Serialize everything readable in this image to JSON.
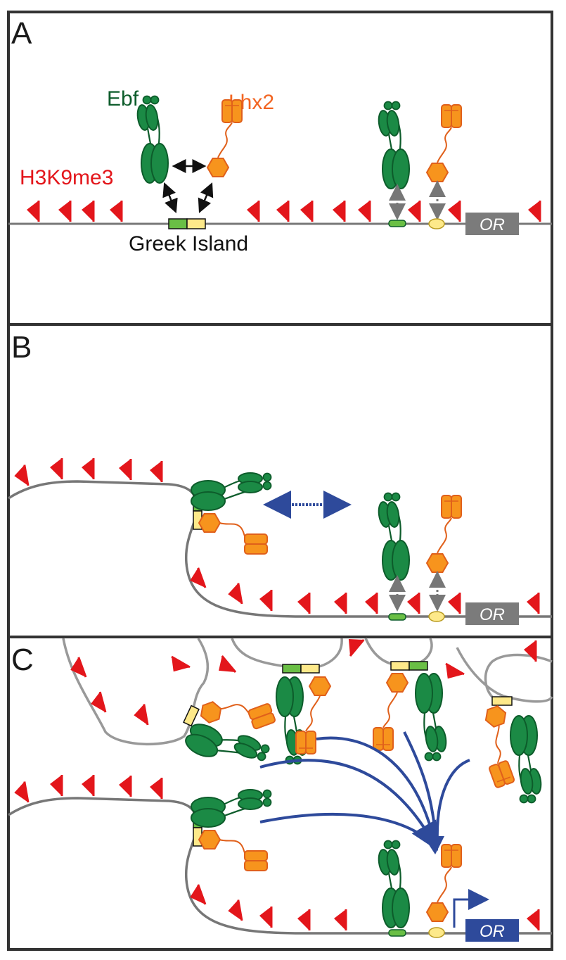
{
  "panels": [
    {
      "letter": "A"
    },
    {
      "letter": "B"
    },
    {
      "letter": "C"
    }
  ],
  "labels": {
    "ebf": "Ebf",
    "lhx2": "Lhx2",
    "h3k9me3": "H3K9me3",
    "greek_island": "Greek Island",
    "or_gene": "OR"
  },
  "colors": {
    "ebf_green": "#1b8a45",
    "ebf_dark": "#0d5c2b",
    "lhx2_orange": "#f7941d",
    "lhx2_dark": "#e0601b",
    "h3k9me3_red": "#e3161b",
    "greek_island_green": "#6abf45",
    "greek_island_yellow": "#fde98a",
    "or_gray": "#7b7b7b",
    "or_active_blue": "#2e4a9b",
    "arrow_blue": "#2e4a9b",
    "dna_gray": "#777777"
  }
}
